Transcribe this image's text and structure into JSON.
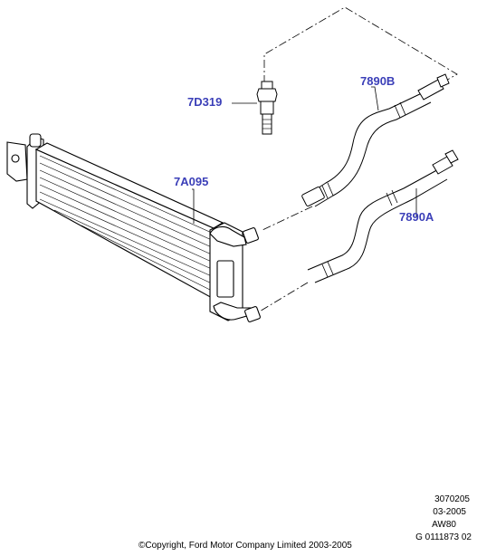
{
  "callouts": {
    "sensor": "7D319",
    "hose_upper": "7890B",
    "cooler": "7A095",
    "hose_lower": "7890A"
  },
  "meta": {
    "line1": "3070205",
    "line2": "03-2005",
    "line3": "AW80",
    "line4": "G 0111873 02"
  },
  "copyright": "©Copyright, Ford Motor Company Limited 2003-2005",
  "colors": {
    "callout": "#3b3fb8",
    "line": "#000000"
  }
}
